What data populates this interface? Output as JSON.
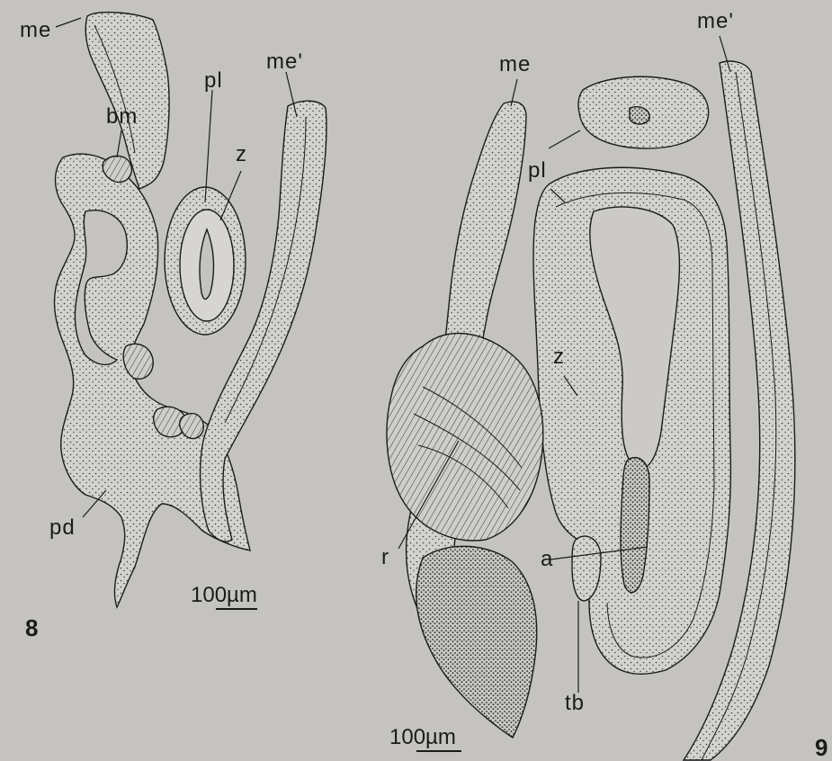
{
  "panel8": {
    "number": "8",
    "labels": {
      "me": "me",
      "me_prime": "me'",
      "bm": "bm",
      "pl": "pl",
      "z": "z",
      "pd": "pd"
    },
    "scale": "100µm"
  },
  "panel9": {
    "number": "9",
    "labels": {
      "me": "me",
      "me_prime": "me'",
      "pl": "pl",
      "z": "z",
      "r": "r",
      "a": "a",
      "tb": "tb"
    },
    "scale": "100µm"
  },
  "colors": {
    "background": "#c4c3bf",
    "ink": "#1b1b1b",
    "tissue": "#d2d1cd"
  }
}
